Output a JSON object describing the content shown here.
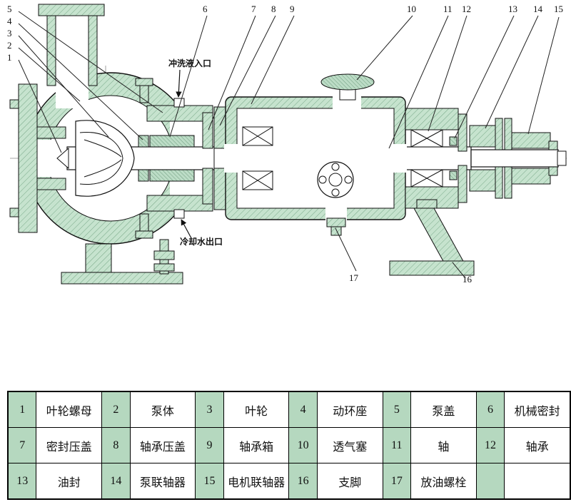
{
  "diagram": {
    "labels": {
      "flush_inlet": "冲洗液入口",
      "cooling_outlet": "冷却水出口"
    },
    "callouts": {
      "c1": "1",
      "c2": "2",
      "c3": "3",
      "c4": "4",
      "c5": "5",
      "c6": "6",
      "c7": "7",
      "c8": "8",
      "c9": "9",
      "c10": "10",
      "c11": "11",
      "c12": "12",
      "c13": "13",
      "c14": "14",
      "c15": "15",
      "c16": "16",
      "c17": "17"
    }
  },
  "colors": {
    "section_fill": "#c6e3ce",
    "hatch_line": "#78a888",
    "table_number_bg": "#b5d8bf",
    "outline": "#111111"
  },
  "table": {
    "rows": [
      [
        {
          "num": "1",
          "name": "叶轮螺母"
        },
        {
          "num": "2",
          "name": "泵体"
        },
        {
          "num": "3",
          "name": "叶轮"
        },
        {
          "num": "4",
          "name": "动环座"
        },
        {
          "num": "5",
          "name": "泵盖"
        },
        {
          "num": "6",
          "name": "机械密封"
        }
      ],
      [
        {
          "num": "7",
          "name": "密封压盖"
        },
        {
          "num": "8",
          "name": "轴承压盖"
        },
        {
          "num": "9",
          "name": "轴承箱"
        },
        {
          "num": "10",
          "name": "透气塞"
        },
        {
          "num": "11",
          "name": "轴"
        },
        {
          "num": "12",
          "name": "轴承"
        }
      ],
      [
        {
          "num": "13",
          "name": "油封"
        },
        {
          "num": "14",
          "name": "泵联轴器"
        },
        {
          "num": "15",
          "name": "电机联轴器"
        },
        {
          "num": "16",
          "name": "支脚"
        },
        {
          "num": "17",
          "name": "放油螺栓"
        },
        {
          "num": "",
          "name": ""
        }
      ]
    ]
  }
}
